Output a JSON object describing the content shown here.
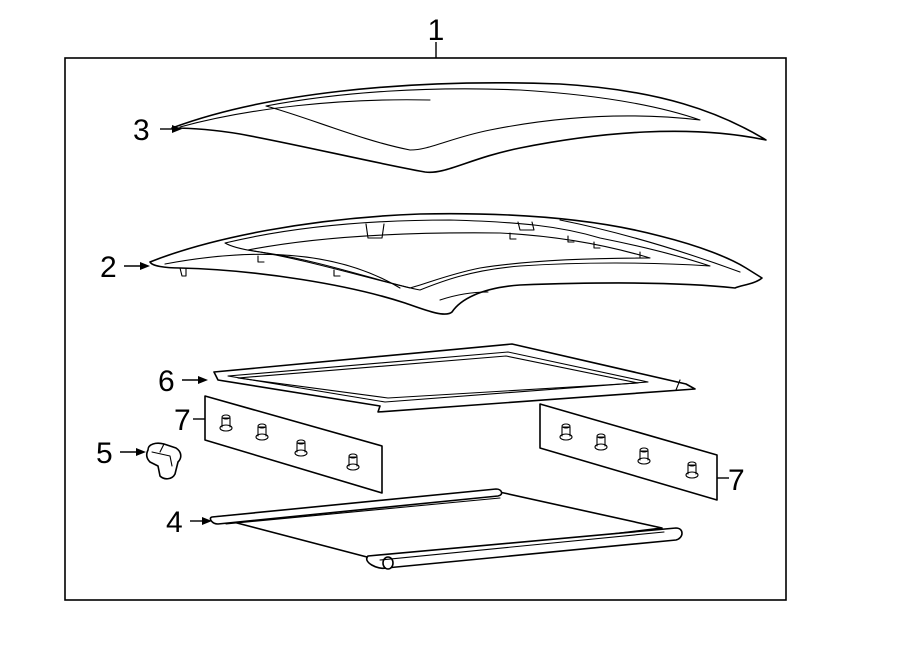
{
  "callouts": {
    "assembly": "1",
    "headliner_frame": "2",
    "glass_panel": "3",
    "sunshade": "4",
    "clip": "5",
    "seal": "6",
    "trim_left": "7",
    "trim_right": "7"
  },
  "colors": {
    "line": "#000000",
    "background": "#ffffff"
  }
}
